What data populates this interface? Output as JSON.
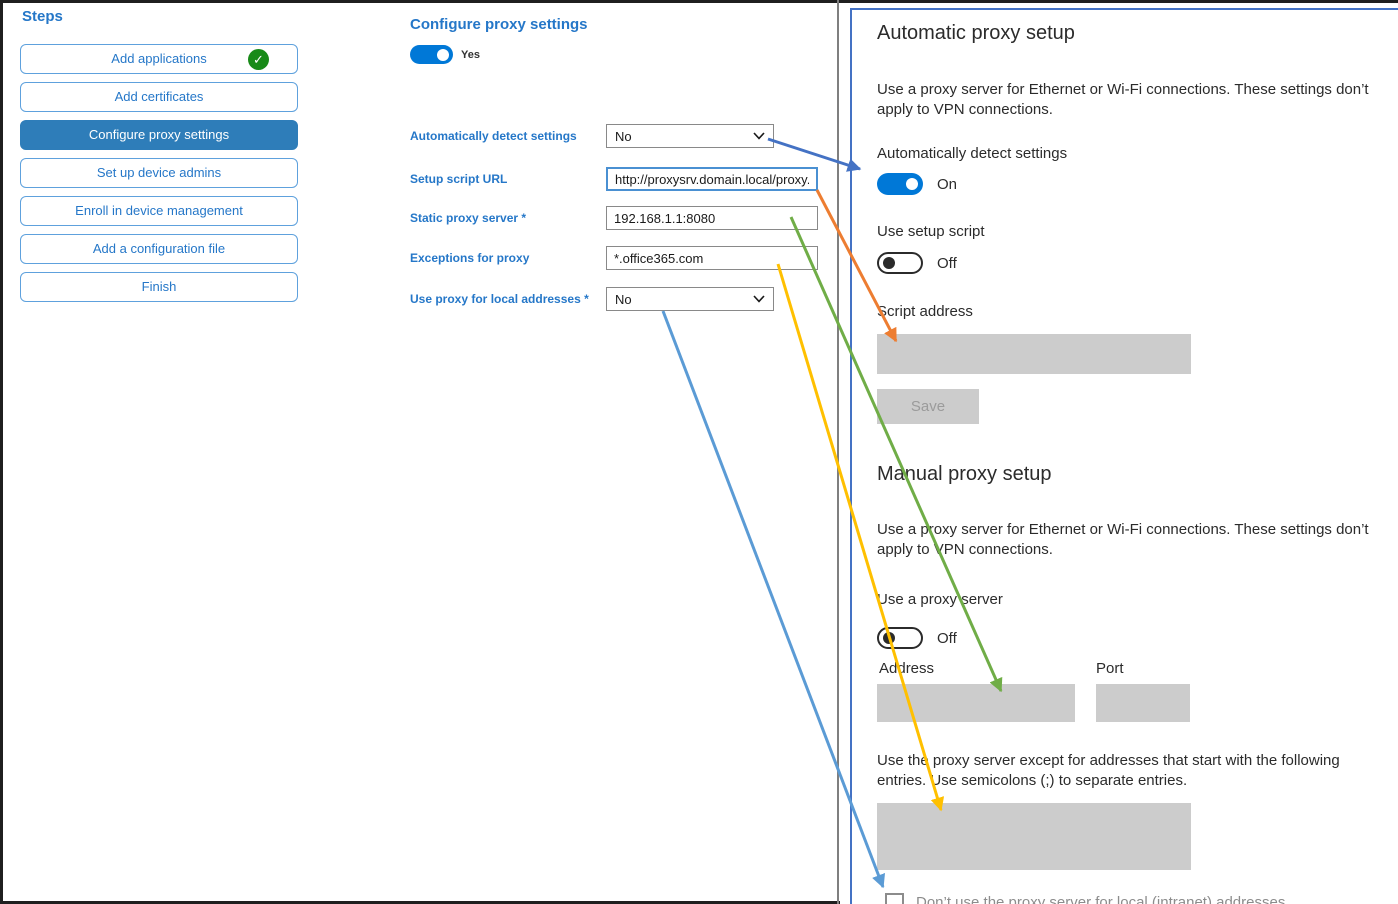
{
  "steps_panel": {
    "title": "Steps",
    "items": [
      {
        "id": "add-applications",
        "label": "Add applications",
        "completed": true,
        "selected": false
      },
      {
        "id": "add-certificates",
        "label": "Add certificates",
        "completed": false,
        "selected": false
      },
      {
        "id": "configure-proxy-settings",
        "label": "Configure proxy settings",
        "completed": false,
        "selected": true
      },
      {
        "id": "set-up-device-admins",
        "label": "Set up device admins",
        "completed": false,
        "selected": false
      },
      {
        "id": "enroll-in-device-management",
        "label": "Enroll in device management",
        "completed": false,
        "selected": false
      },
      {
        "id": "add-a-configuration-file",
        "label": "Add a configuration file",
        "completed": false,
        "selected": false
      },
      {
        "id": "finish",
        "label": "Finish",
        "completed": false,
        "selected": false
      }
    ]
  },
  "form": {
    "title": "Configure proxy settings",
    "toggle": {
      "state": "on",
      "label": "Yes"
    },
    "fields": [
      {
        "id": "automatically-detect-settings",
        "label": "Automatically detect settings",
        "type": "select",
        "value": "No",
        "focused": false
      },
      {
        "id": "setup-script-url",
        "label": "Setup script URL",
        "type": "text",
        "value": "http://proxysrv.domain.local/proxy.pa",
        "focused": true
      },
      {
        "id": "static-proxy-server",
        "label": "Static proxy server *",
        "type": "text",
        "value": "192.168.1.1:8080",
        "focused": false
      },
      {
        "id": "exceptions-for-proxy",
        "label": "Exceptions for proxy",
        "type": "text",
        "value": "*.office365.com",
        "focused": false
      },
      {
        "id": "use-proxy-for-local-addresses",
        "label": "Use proxy for local addresses *",
        "type": "select",
        "value": "No",
        "focused": false
      }
    ]
  },
  "settings_panel": {
    "automatic": {
      "heading": "Automatic proxy setup",
      "description": "Use a proxy server for Ethernet or Wi-Fi connections. These settings don’t apply to VPN connections.",
      "detect_label": "Automatically detect settings",
      "detect_state": "On",
      "script_toggle_label": "Use setup script",
      "script_toggle_state": "Off",
      "script_address_label": "Script address",
      "save_button": "Save"
    },
    "manual": {
      "heading": "Manual proxy setup",
      "description": "Use a proxy server for Ethernet or Wi-Fi connections. These settings don’t apply to VPN connections.",
      "proxy_toggle_label": "Use a proxy server",
      "proxy_toggle_state": "Off",
      "address_label": "Address",
      "port_label": "Port",
      "exceptions_description": "Use the proxy server except for addresses that start with the following entries. Use semicolons (;) to separate entries.",
      "local_checkbox_label": "Don’t use the proxy server for local (intranet) addresses"
    }
  },
  "arrows": [
    {
      "id": "detect-setting-arrow",
      "color": "#4472c4"
    },
    {
      "id": "script-url-arrow",
      "color": "#ed7d31"
    },
    {
      "id": "static-proxy-arrow",
      "color": "#70ad47"
    },
    {
      "id": "exceptions-arrow",
      "color": "#ffc000"
    },
    {
      "id": "local-addresses-arrow",
      "color": "#5b9bd5"
    }
  ],
  "colors": {
    "accent_blue": "#2577c8",
    "selected_step_bg": "#2e7db9",
    "toggle_on": "#0078d7",
    "callout_border": "#4472c4",
    "placeholder_gray": "#cccccc",
    "check_green": "#188a18"
  }
}
